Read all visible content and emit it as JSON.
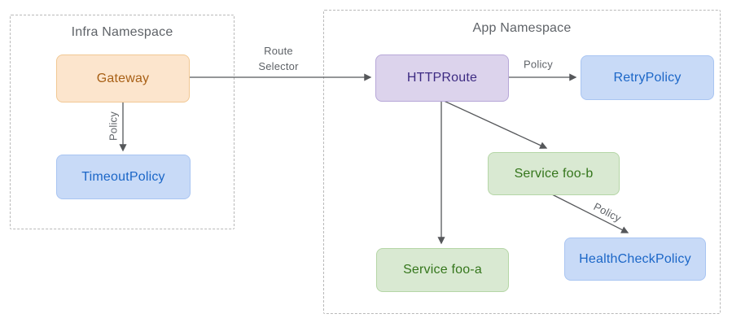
{
  "namespaces": {
    "infra": {
      "title": "Infra Namespace"
    },
    "app": {
      "title": "App Namespace"
    }
  },
  "nodes": {
    "gateway": {
      "label": "Gateway",
      "fill": "#fce5cd",
      "border": "#f1c894",
      "text_color": "#a86016"
    },
    "timeout_policy": {
      "label": "TimeoutPolicy",
      "fill": "#c8daf7",
      "border": "#a9c5f2",
      "text_color": "#1b66c7"
    },
    "httproute": {
      "label": "HTTPRoute",
      "fill": "#dcd3ec",
      "border": "#b7a7d8",
      "text_color": "#3d2b82"
    },
    "retry_policy": {
      "label": "RetryPolicy",
      "fill": "#c8daf7",
      "border": "#a9c5f2",
      "text_color": "#1b66c7"
    },
    "service_foo_b": {
      "label": "Service foo-b",
      "fill": "#d9e9d2",
      "border": "#b5d6a6",
      "text_color": "#35761c"
    },
    "service_foo_a": {
      "label": "Service foo-a",
      "fill": "#d9e9d2",
      "border": "#b5d6a6",
      "text_color": "#35761c"
    },
    "health_check_policy": {
      "label": "HealthCheckPolicy",
      "fill": "#c8daf7",
      "border": "#a9c5f2",
      "text_color": "#1b66c7"
    }
  },
  "edges": [
    {
      "from": "gateway",
      "to": "httproute",
      "label": "Route Selector"
    },
    {
      "from": "gateway",
      "to": "timeout_policy",
      "label": "Policy"
    },
    {
      "from": "httproute",
      "to": "retry_policy",
      "label": "Policy"
    },
    {
      "from": "httproute",
      "to": "service_foo_a",
      "label": ""
    },
    {
      "from": "httproute",
      "to": "service_foo_b",
      "label": ""
    },
    {
      "from": "service_foo_b",
      "to": "health_check_policy",
      "label": "Policy"
    }
  ],
  "colors": {
    "background": "#ffffff",
    "namespace_border": "#b9b9b9",
    "namespace_title": "#5f6368",
    "edge_label": "#5f6368",
    "arrow": "#55575a"
  }
}
